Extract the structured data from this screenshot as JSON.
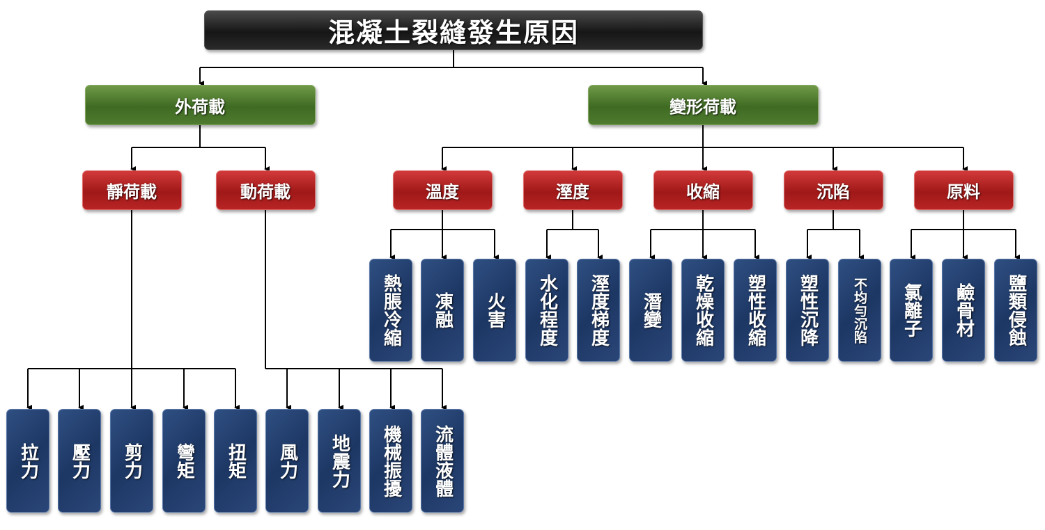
{
  "title": "混凝土裂縫發生原因",
  "categories": [
    {
      "label": "外荷載",
      "children": [
        {
          "label": "靜荷載",
          "leaves": [
            "拉力",
            "壓力",
            "剪力",
            "彎矩",
            "扭矩"
          ]
        },
        {
          "label": "動荷載",
          "leaves": [
            "風力",
            "地震力",
            "機械振擾",
            "流體液體"
          ]
        }
      ]
    },
    {
      "label": "變形荷載",
      "children": [
        {
          "label": "溫度",
          "leaves": [
            "熱脹冷縮",
            "凍融",
            "火害"
          ]
        },
        {
          "label": "溼度",
          "leaves": [
            "水化程度",
            "溼度梯度"
          ]
        },
        {
          "label": "收縮",
          "leaves": [
            "潛變",
            "乾燥收縮",
            "塑性收縮"
          ]
        },
        {
          "label": "沉陷",
          "leaves": [
            "塑性沉降",
            "不均勻沉陷"
          ]
        },
        {
          "label": "原料",
          "leaves": [
            "氯離子",
            "鹼骨材",
            "鹽類侵蝕"
          ]
        }
      ]
    }
  ]
}
